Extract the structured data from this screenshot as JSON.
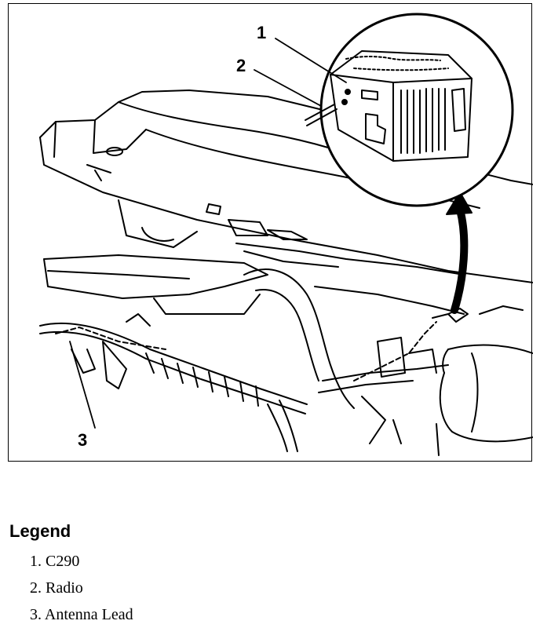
{
  "callouts": {
    "c1": "1",
    "c2": "2",
    "c3": "3"
  },
  "legend": {
    "title": "Legend",
    "items": [
      {
        "label": "1. C290"
      },
      {
        "label": "2. Radio"
      },
      {
        "label": "3. Antenna Lead"
      }
    ]
  },
  "colors": {
    "line": "#000000",
    "background": "#ffffff"
  }
}
